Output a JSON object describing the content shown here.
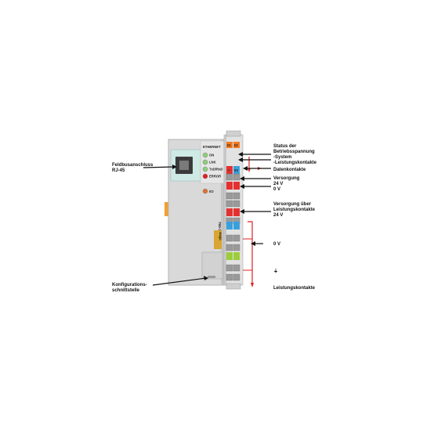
{
  "device": {
    "model": "750-342",
    "network_title": "ETHERNET",
    "leds": [
      {
        "label": "ON",
        "color": "#8fcf7a"
      },
      {
        "label": "LNK",
        "color": "#8fcf7a"
      },
      {
        "label": "TxD/RxD",
        "color": "#8fcf7a"
      },
      {
        "label": "ERROR",
        "color": "#e02020"
      }
    ],
    "io_led_label": "I/O",
    "status_leds": [
      "01",
      "02"
    ],
    "plus_label": "+",
    "minus_label": "-",
    "vol_label": "5V",
    "brand_mark": "wago"
  },
  "labels": {
    "fieldbus_1": "Feldbusanschluss",
    "fieldbus_2": "RJ-45",
    "config_1": "Konfigurations-",
    "config_2": "schnittstelle",
    "status_1": "Status der",
    "status_2": "Betriebsspannung",
    "status_3": "-System",
    "status_4": "-Leistungskontakte",
    "data_contacts": "Datenkontakte",
    "supply_1": "Versorgung",
    "supply_2": "24 V",
    "supply_3": "0 V",
    "power_supply_1": "Versorgung über",
    "power_supply_2": "Leistungskontakte",
    "power_supply_3": "24 V",
    "zero_v": "0 V",
    "ground_symbol": "⏚",
    "power_contacts": "Leistungskontakte"
  },
  "colors": {
    "housing": "#d8d8d8",
    "housing_dark": "#bdbdbd",
    "terminal_red": "#e53030",
    "terminal_blue": "#3aa0dc",
    "terminal_yellow_green": "#9ccd3a",
    "terminal_orange": "#f07a20",
    "arrow_red": "#e02020",
    "screen_teal": "#cfe9e4"
  }
}
